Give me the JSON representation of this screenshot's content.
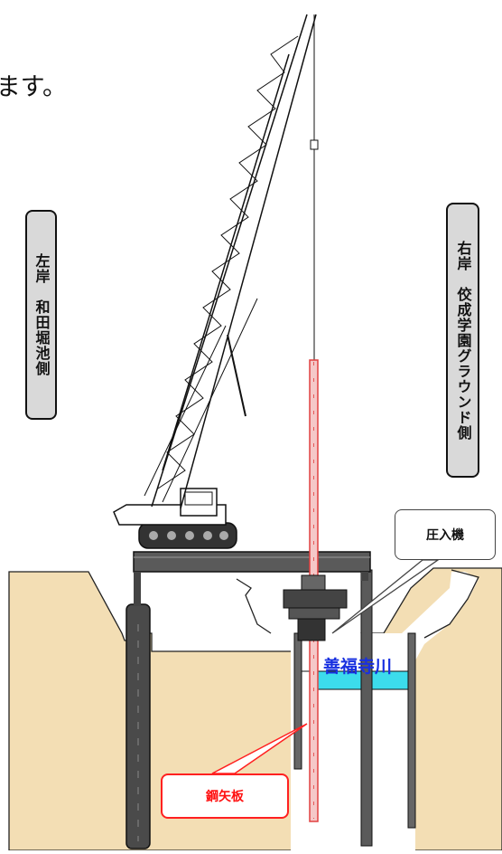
{
  "top_text": "ます。",
  "left_bank_label": "左岸　和田堀池側",
  "right_bank_label": "右岸　佼成学園グラウンド側",
  "press_machine_label": "圧入機",
  "river_label": "善福寺川",
  "steel_sheet_pile_label": "鋼矢板",
  "colors": {
    "ground": "#f3deb4",
    "water": "#3cdcec",
    "sheet_pile": "#e06060",
    "crane": "#1a1a1a",
    "callout_red": "#ff2020",
    "river_text": "#1830e0"
  }
}
